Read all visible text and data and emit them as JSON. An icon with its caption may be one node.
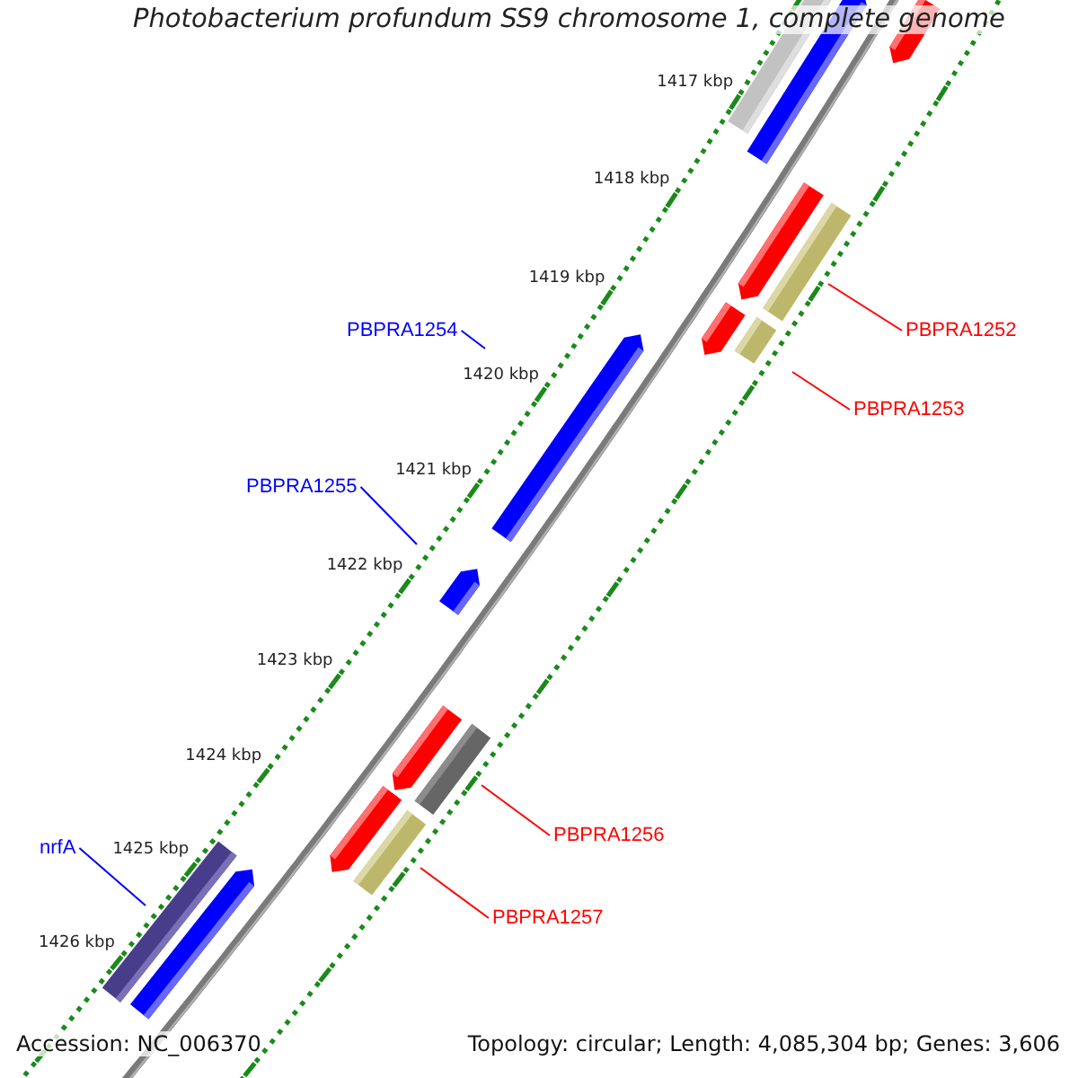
{
  "diagram": {
    "title": "Photobacterium profundum SS9 chromosome 1, complete genome",
    "nodes": [
      {
        "text": [
          "PBPRA1252"
        ]
      },
      {
        "text": [
          "PBPRA1254"
        ]
      },
      {
        "text": [
          "PBPRA1253"
        ]
      },
      {
        "text": [
          "PBPRA1255"
        ]
      },
      {
        "text": [
          "PBPRA1256"
        ]
      },
      {
        "text": [
          "nrfA"
        ]
      },
      {
        "text": [
          "PBPRA1257"
        ]
      }
    ],
    "edges": [
      {
        "from": 0,
        "to": null,
        "arrow": "none"
      },
      {
        "from": 1,
        "to": null,
        "arrow": "none",
        "color": "#0000ff"
      },
      {
        "from": 2,
        "to": null,
        "arrow": "none"
      },
      {
        "from": 3,
        "to": null,
        "arrow": "none",
        "color": "#0000ff"
      },
      {
        "from": 4,
        "to": null,
        "arrow": "none"
      },
      {
        "from": 5,
        "to": null,
        "arrow": "none",
        "color": "#0000ff"
      },
      {
        "from": 6,
        "to": null,
        "arrow": "none"
      }
    ],
    "labels": [
      "1417 kbp",
      "1418 kbp",
      "1419 kbp",
      "1420 kbp",
      "1421 kbp",
      "1422 kbp",
      "1423 kbp",
      "1424 kbp",
      "1425 kbp",
      "1426 kbp",
      "Accession: NC_006370",
      "Topology: circular; Length: 4,085,304 bp; Genes: 3,606"
    ]
  }
}
